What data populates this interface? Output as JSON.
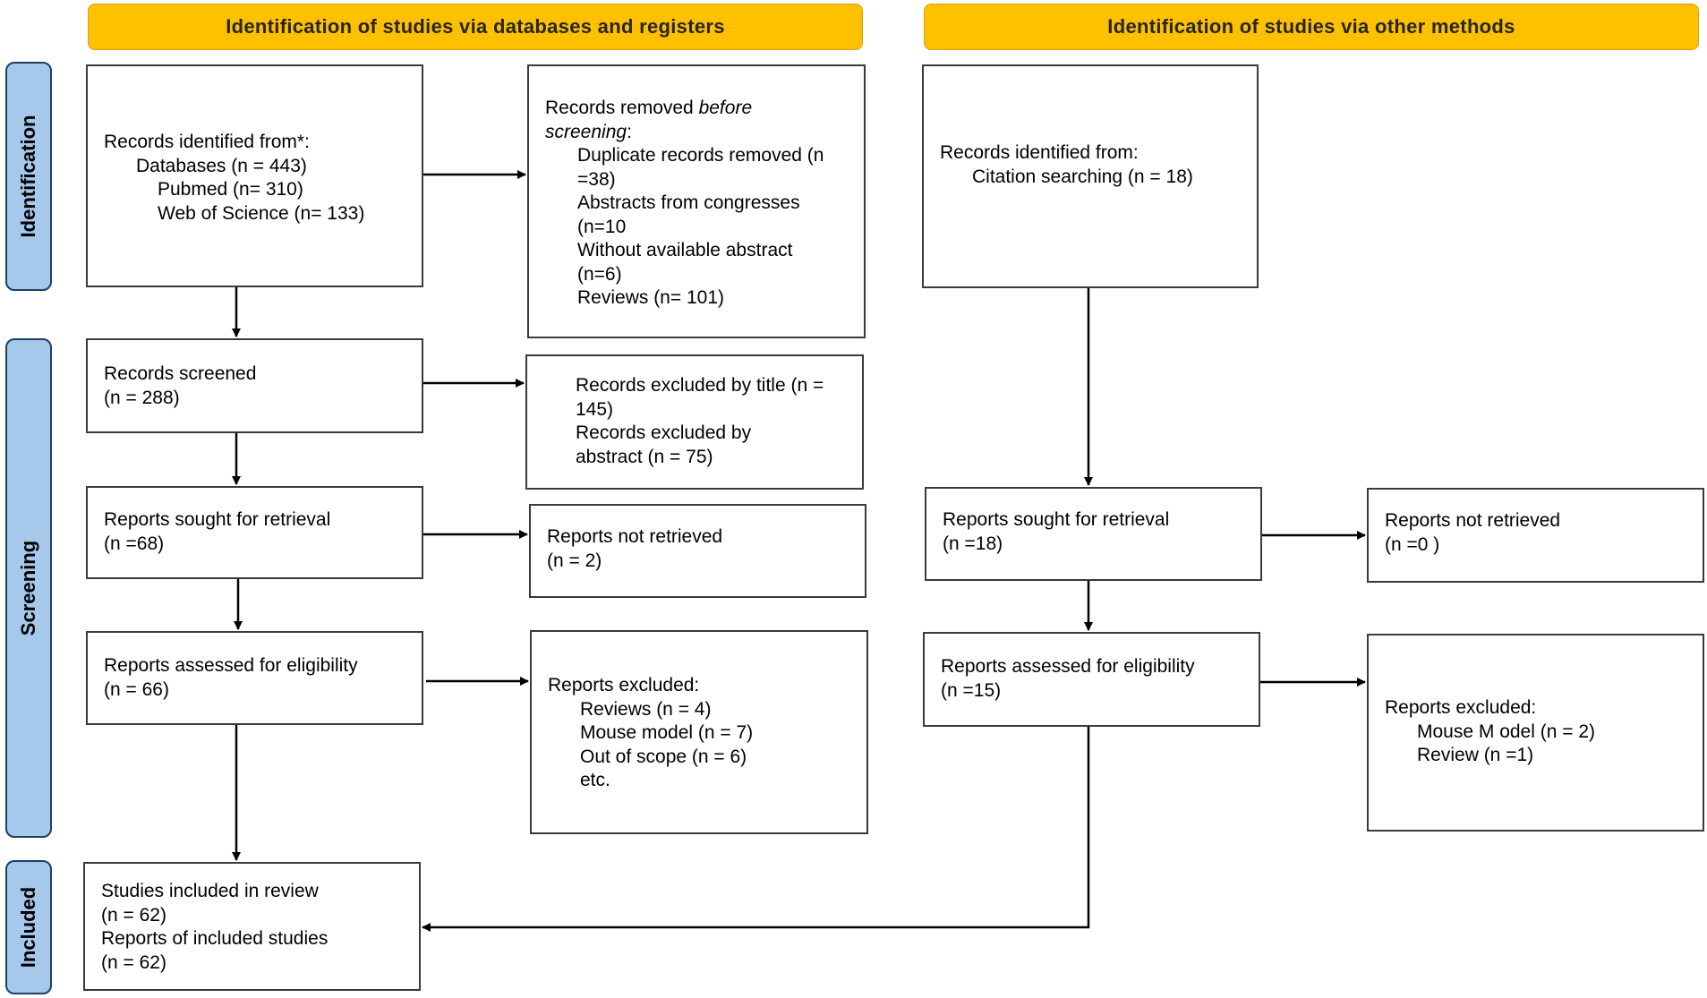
{
  "headers": {
    "databases": "Identification of studies via databases and registers",
    "other": "Identification of studies via other methods"
  },
  "phases": {
    "identification": "Identification",
    "screening": "Screening",
    "included": "Included"
  },
  "boxes": {
    "records_identified": {
      "title": "Records identified from*:",
      "databases": "Databases (n = 443)",
      "pubmed": "Pubmed (n= 310)",
      "wos": "Web of Science (n= 133)"
    },
    "records_removed": {
      "title_prefix": "Records removed ",
      "title_italic1": "before",
      "title_italic2": "screening",
      "title_suffix": ":",
      "line1": "Duplicate records removed (n",
      "line2": "=38)",
      "line3": "Abstracts from congresses",
      "line4": "(n=10",
      "line5": "Without available abstract",
      "line6": "(n=6)",
      "line7": "Reviews (n= 101)"
    },
    "records_identified_other": {
      "title": "Records identified from:",
      "line1": "Citation searching (n = 18)"
    },
    "records_screened": {
      "line1": "Records screened",
      "line2": "(n = 288)"
    },
    "records_excluded": {
      "line1": "Records excluded by title (n =",
      "line2": "145)",
      "line3": "Records excluded by",
      "line4": "abstract (n = 75)"
    },
    "sought_db": {
      "line1": "Reports sought for retrieval",
      "line2": "(n =68)"
    },
    "not_retrieved_db": {
      "line1": "Reports not retrieved",
      "line2": "(n = 2)"
    },
    "sought_other": {
      "line1": "Reports sought for retrieval",
      "line2": "(n =18)"
    },
    "not_retrieved_other": {
      "line1": "Reports not retrieved",
      "line2": "(n =0 )"
    },
    "assessed_db": {
      "line1": "Reports assessed for eligibility",
      "line2": "(n = 66)"
    },
    "excluded_db": {
      "title": "Reports excluded:",
      "line1": "Reviews (n = 4)",
      "line2": "Mouse model (n = 7)",
      "line3": "Out of scope (n = 6)",
      "line4": "etc."
    },
    "assessed_other": {
      "line1": "Reports assessed for eligibility",
      "line2": "(n =15)"
    },
    "excluded_other": {
      "title": "Reports excluded:",
      "line1": "Mouse M odel (n = 2)",
      "line2": "Review (n =1)"
    },
    "included": {
      "line1": "Studies included in review",
      "line2": "(n = 62)",
      "line3": "Reports of included studies",
      "line4": "(n = 62)"
    }
  },
  "colors": {
    "header_fill": "#ffc000",
    "phase_fill": "#a6c8ea",
    "phase_border": "#1f3f66",
    "box_border": "#3a3a3a",
    "arrow": "#000000"
  }
}
